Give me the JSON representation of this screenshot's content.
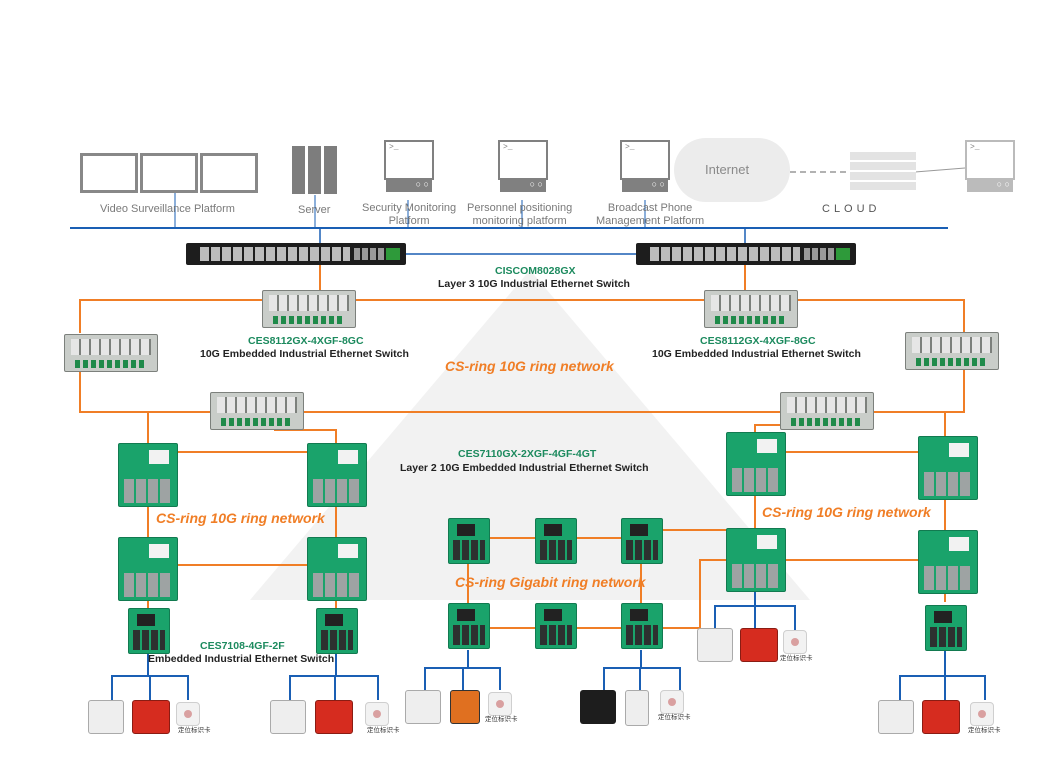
{
  "platforms": {
    "video": "Video Surveillance Platform",
    "server": "Server",
    "security": "Security Monitoring\nPlatform",
    "personnel": "Personnel positioning\nmonitoring platform",
    "broadcast": "Broadcast Phone\nManagement Platform",
    "internet": "Internet",
    "cloud": "CLOUD"
  },
  "core_switch": {
    "model": "CISCOM8028GX",
    "desc": "Layer 3 10G Industrial Ethernet Switch"
  },
  "agg_switch": {
    "model": "CES8112GX-4XGF-8GC",
    "desc": "10G Embedded Industrial Ethernet Switch"
  },
  "access_switch": {
    "model": "CES7110GX-2XGF-4GF-4GT",
    "desc": "Layer 2 10G Embedded Industrial Ethernet Switch"
  },
  "edge_switch": {
    "model": "CES7108-4GF-2F",
    "desc": "Embedded Industrial Ethernet Switch"
  },
  "rings": {
    "top": "CS-ring 10G ring network",
    "left": "CS-ring 10G ring network",
    "right": "CS-ring 10G ring network",
    "gigabit": "CS-ring Gigabit ring network"
  },
  "card_label": "定位标识卡",
  "colors": {
    "ring": "#f07e26",
    "network": "#1a5fb4",
    "model": "#1c8a5e"
  }
}
